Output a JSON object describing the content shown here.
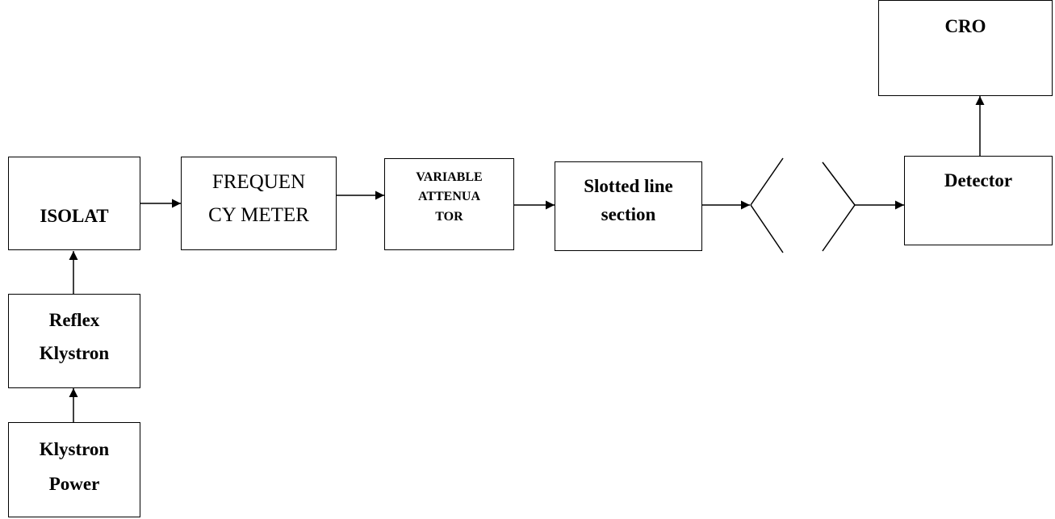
{
  "blocks": {
    "isolator": {
      "lines": [
        "ISOLAT"
      ]
    },
    "frequency_meter": {
      "lines": [
        "FREQUEN",
        "CY METER"
      ]
    },
    "variable_attenuator": {
      "lines": [
        "VARIABLE",
        "ATTENUA",
        "TOR"
      ]
    },
    "slotted_line": {
      "lines": [
        "Slotted line",
        "section"
      ]
    },
    "detector": {
      "lines": [
        "Detector"
      ]
    },
    "cro": {
      "lines": [
        "CRO"
      ]
    },
    "reflex_klystron": {
      "lines": [
        "Reflex",
        "Klystron"
      ]
    },
    "klystron_power": {
      "lines": [
        "Klystron",
        "Power"
      ]
    }
  }
}
